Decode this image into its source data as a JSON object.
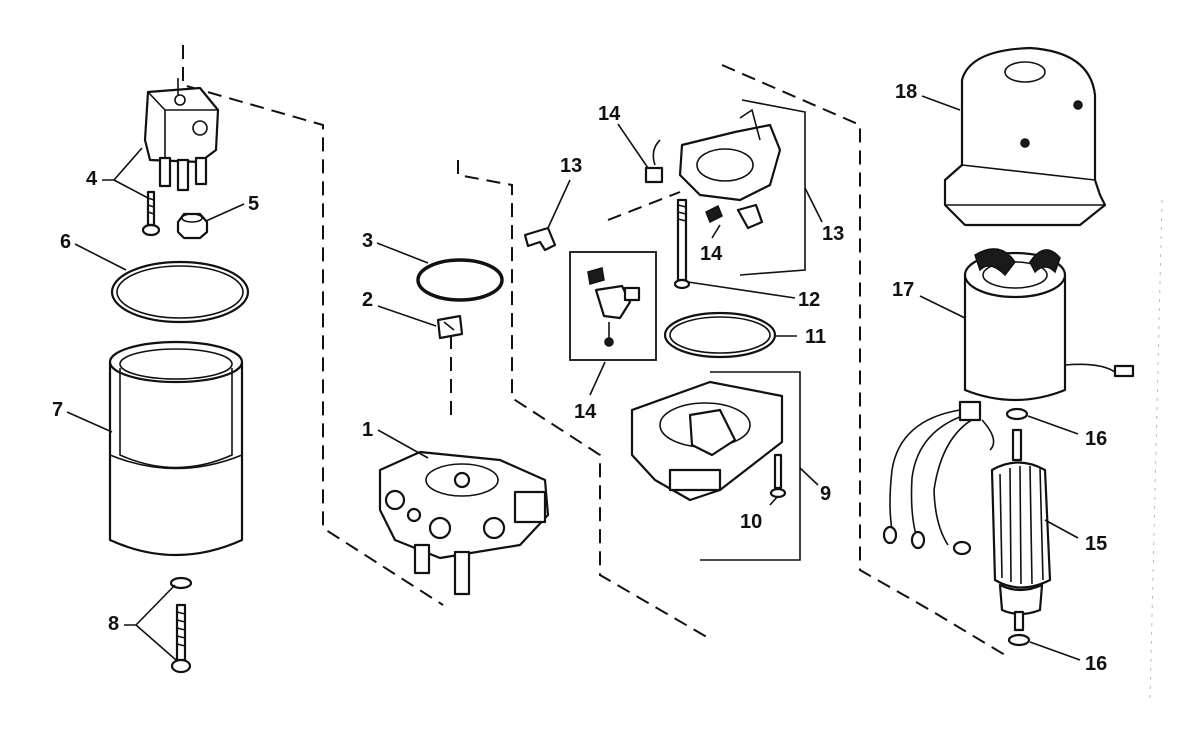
{
  "diagram": {
    "callouts": [
      {
        "id": "c1",
        "text": "1"
      },
      {
        "id": "c2",
        "text": "2"
      },
      {
        "id": "c3",
        "text": "3"
      },
      {
        "id": "c4",
        "text": "4"
      },
      {
        "id": "c5",
        "text": "5"
      },
      {
        "id": "c6",
        "text": "6"
      },
      {
        "id": "c7",
        "text": "7"
      },
      {
        "id": "c8",
        "text": "8"
      },
      {
        "id": "c9",
        "text": "9"
      },
      {
        "id": "c10",
        "text": "10"
      },
      {
        "id": "c11",
        "text": "11"
      },
      {
        "id": "c12",
        "text": "12"
      },
      {
        "id": "c13a",
        "text": "13"
      },
      {
        "id": "c13b",
        "text": "13"
      },
      {
        "id": "c14a",
        "text": "14"
      },
      {
        "id": "c14b",
        "text": "14"
      },
      {
        "id": "c14c",
        "text": "14"
      },
      {
        "id": "c15",
        "text": "15"
      },
      {
        "id": "c16a",
        "text": "16"
      },
      {
        "id": "c16b",
        "text": "16"
      },
      {
        "id": "c17",
        "text": "17"
      },
      {
        "id": "c18",
        "text": "18"
      }
    ]
  }
}
